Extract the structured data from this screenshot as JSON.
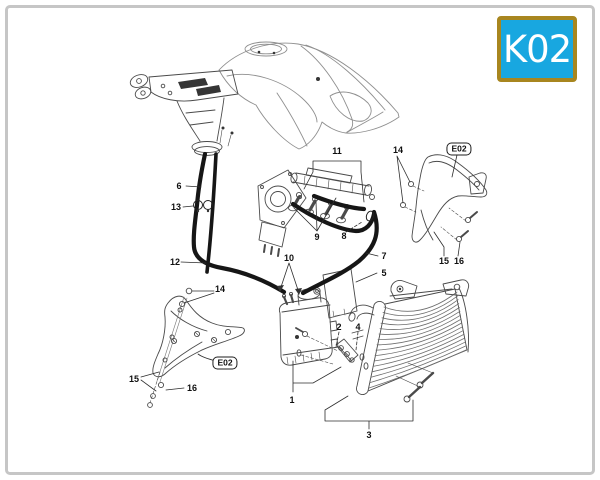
{
  "page": {
    "background": "#ffffff",
    "frame_color": "#c6c6c6",
    "line_art_color": "#4a4a4a",
    "hose_color": "#161616"
  },
  "badge": {
    "label": "K02",
    "fill": "#18a7e0",
    "border_color": "#a8861f",
    "text_color": "#ffffff"
  },
  "ref_labels": [
    {
      "id": "e02-right",
      "label": "E02"
    },
    {
      "id": "e02-left",
      "label": "E02"
    }
  ],
  "callouts": [
    {
      "id": "11",
      "label": "11"
    },
    {
      "id": "14-right",
      "label": "14"
    },
    {
      "id": "6",
      "label": "6"
    },
    {
      "id": "13",
      "label": "13"
    },
    {
      "id": "9",
      "label": "9"
    },
    {
      "id": "8",
      "label": "8"
    },
    {
      "id": "12",
      "label": "12"
    },
    {
      "id": "7",
      "label": "7"
    },
    {
      "id": "10",
      "label": "10"
    },
    {
      "id": "5",
      "label": "5"
    },
    {
      "id": "14-left",
      "label": "14"
    },
    {
      "id": "2",
      "label": "2"
    },
    {
      "id": "4",
      "label": "4"
    },
    {
      "id": "15-left",
      "label": "15"
    },
    {
      "id": "16-left",
      "label": "16"
    },
    {
      "id": "1",
      "label": "1"
    },
    {
      "id": "3",
      "label": "3"
    },
    {
      "id": "15-right",
      "label": "15"
    },
    {
      "id": "16-right",
      "label": "16"
    }
  ]
}
